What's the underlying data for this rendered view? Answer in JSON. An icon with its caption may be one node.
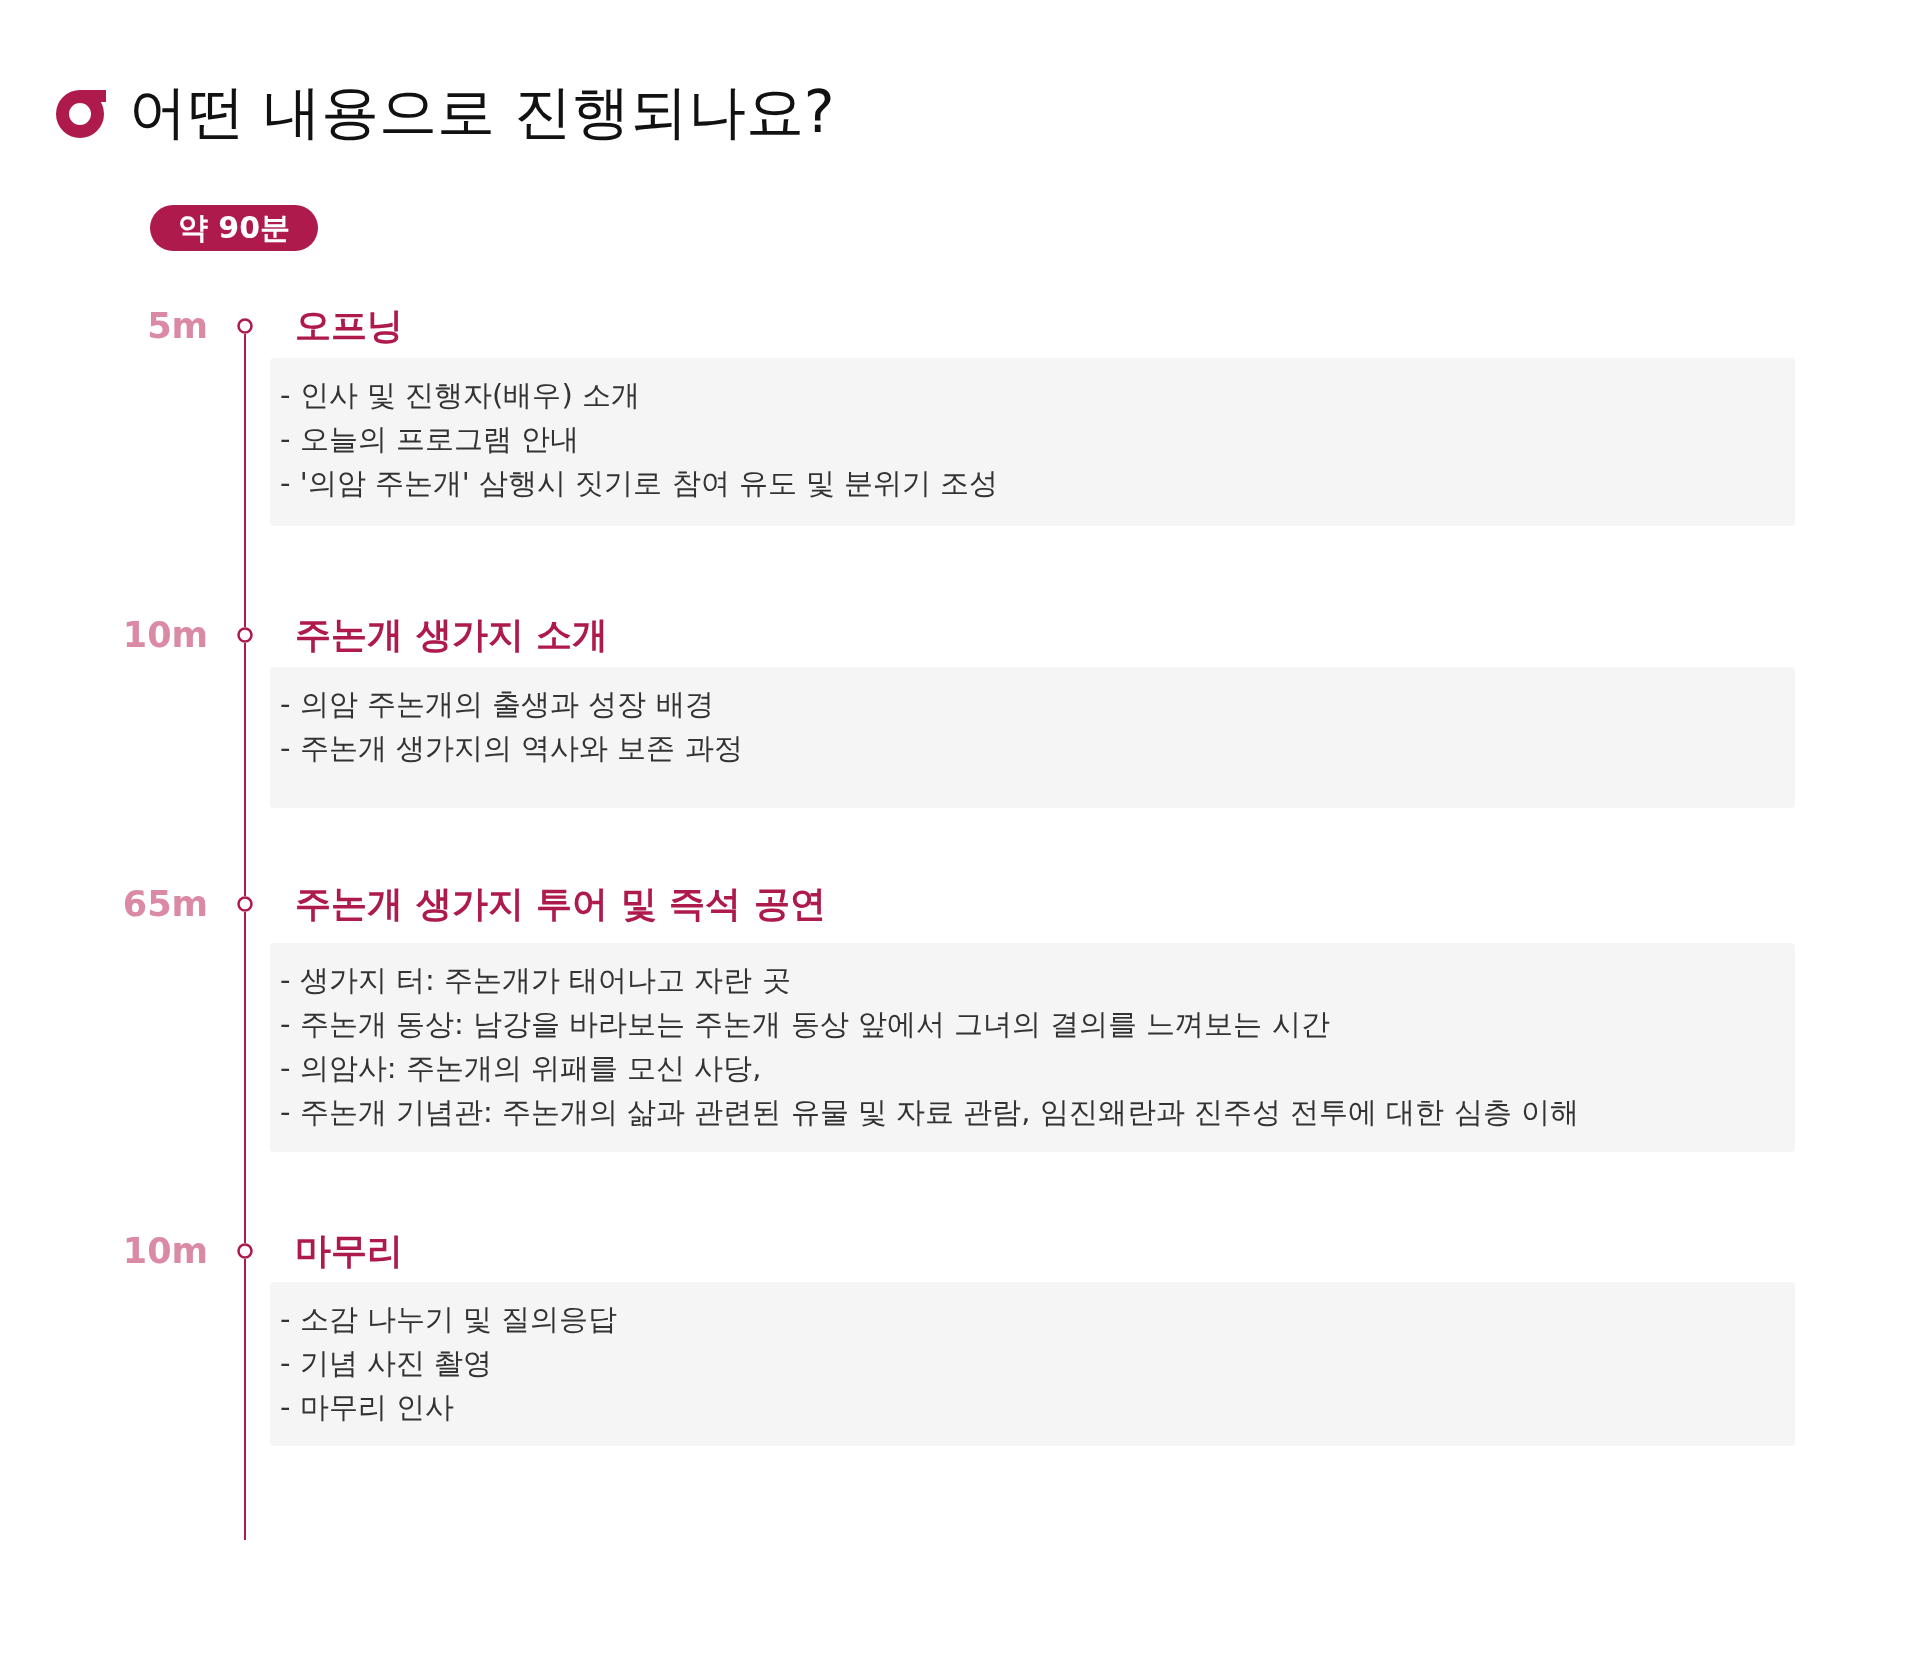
{
  "diagram": {
    "title": "어떤 내용으로 진행되나요?",
    "nodes": [
      {
        "text": [
          "약 90분"
        ]
      },
      {
        "text": [],
        "shape": "circle",
        "beside": [
          "5m"
        ]
      },
      {
        "text": [
          "오프닝",
          "- 인사 및 진행자(배우) 소개",
          "- 오늘의 프로그램 안내",
          "- '의암 주논개' 삼행시 짓기로 참여 유도 및 분위기 조성"
        ]
      },
      {
        "text": [],
        "shape": "circle",
        "beside": [
          "10m"
        ]
      },
      {
        "text": [
          "주논개 생가지 소개",
          "- 의암 주논개의 출생과 성장 배경",
          "- 주논개 생가지의 역사와 보존 과정"
        ]
      },
      {
        "text": [],
        "shape": "circle",
        "beside": [
          "65m"
        ]
      },
      {
        "text": [
          "주논개 생가지 투어 및 즉석 공연",
          "- 생가지 터: 주논개가 태어나고 자란 곳",
          "- 주논개 동상: 남강을 바라보는 주논개 동상 앞에서 그녀의 결의를 느껴보는 시간",
          "- 의암사: 주논개의 위패를 모신 사당,",
          "- 주논개 기념관: 주논개의 삶과 관련된 유물 및 자료 관람, 임진왜란과 진주성 전투에 대한 심층 이해"
        ]
      },
      {
        "text": [],
        "shape": "circle",
        "beside": [
          "10m"
        ]
      },
      {
        "text": [
          "마무리",
          "- 소감 나누기 및 질의응답",
          "- 기념 사진 촬영",
          "- 마무리 인사"
        ]
      }
    ],
    "edges": [
      {
        "from": 1,
        "to": 3,
        "arrow": "none"
      },
      {
        "from": 3,
        "to": 5,
        "arrow": "none"
      },
      {
        "from": 5,
        "to": 7,
        "arrow": "none"
      },
      {
        "from": 7,
        "to": null,
        "arrow": "none"
      }
    ]
  }
}
